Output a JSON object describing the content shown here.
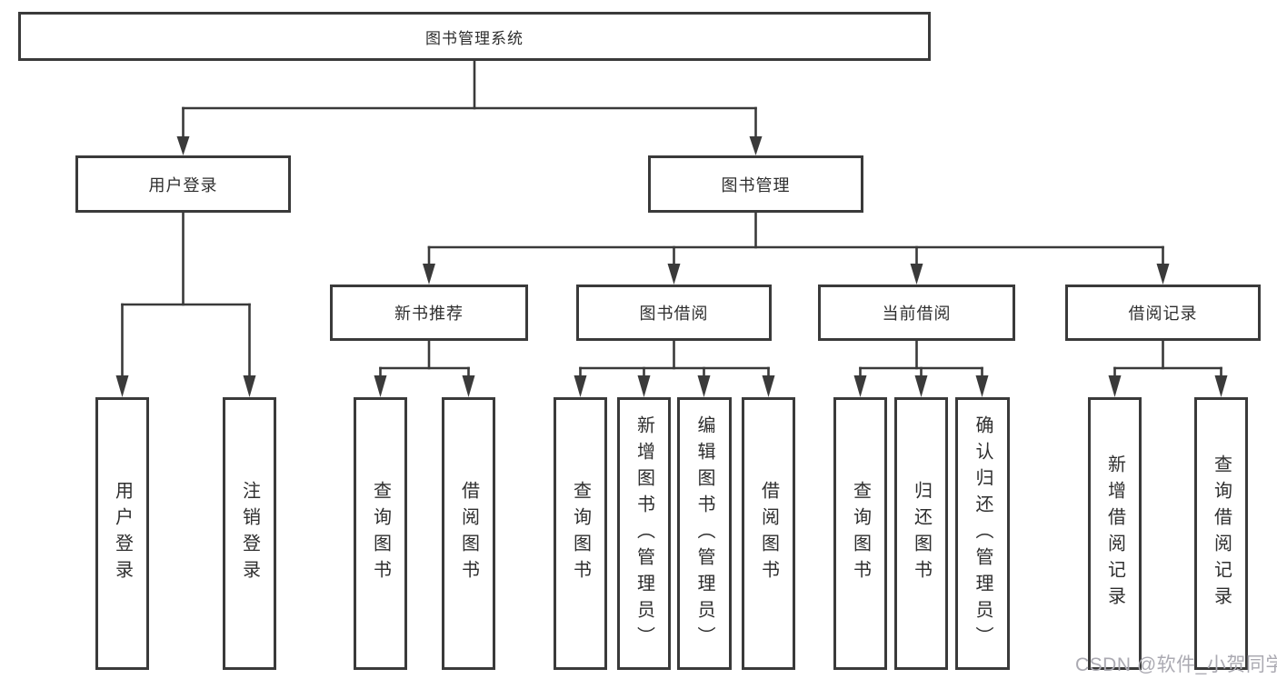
{
  "tree": {
    "label": "图书管理系统",
    "children": [
      {
        "label": "用户登录",
        "children": [
          {
            "label": "用户登录"
          },
          {
            "label": "注销登录"
          }
        ]
      },
      {
        "label": "图书管理",
        "children": [
          {
            "label": "新书推荐",
            "children": [
              {
                "label": "查询图书"
              },
              {
                "label": "借阅图书"
              }
            ]
          },
          {
            "label": "图书借阅",
            "children": [
              {
                "label": "查询图书"
              },
              {
                "label": "新增图书（管理员）"
              },
              {
                "label": "编辑图书（管理员）"
              },
              {
                "label": "借阅图书"
              }
            ]
          },
          {
            "label": "当前借阅",
            "children": [
              {
                "label": "查询图书"
              },
              {
                "label": "归还图书"
              },
              {
                "label": "确认归还（管理员）"
              }
            ]
          },
          {
            "label": "借阅记录",
            "children": [
              {
                "label": "新增借阅记录"
              },
              {
                "label": "查询借阅记录"
              }
            ]
          }
        ]
      }
    ]
  },
  "watermark": {
    "text": "CSDN @软件_小贺同学"
  },
  "colors": {
    "line": "#3a3a3a",
    "text": "#2e2e2e",
    "watermark": "#abaab2",
    "background": "#ffffff"
  }
}
